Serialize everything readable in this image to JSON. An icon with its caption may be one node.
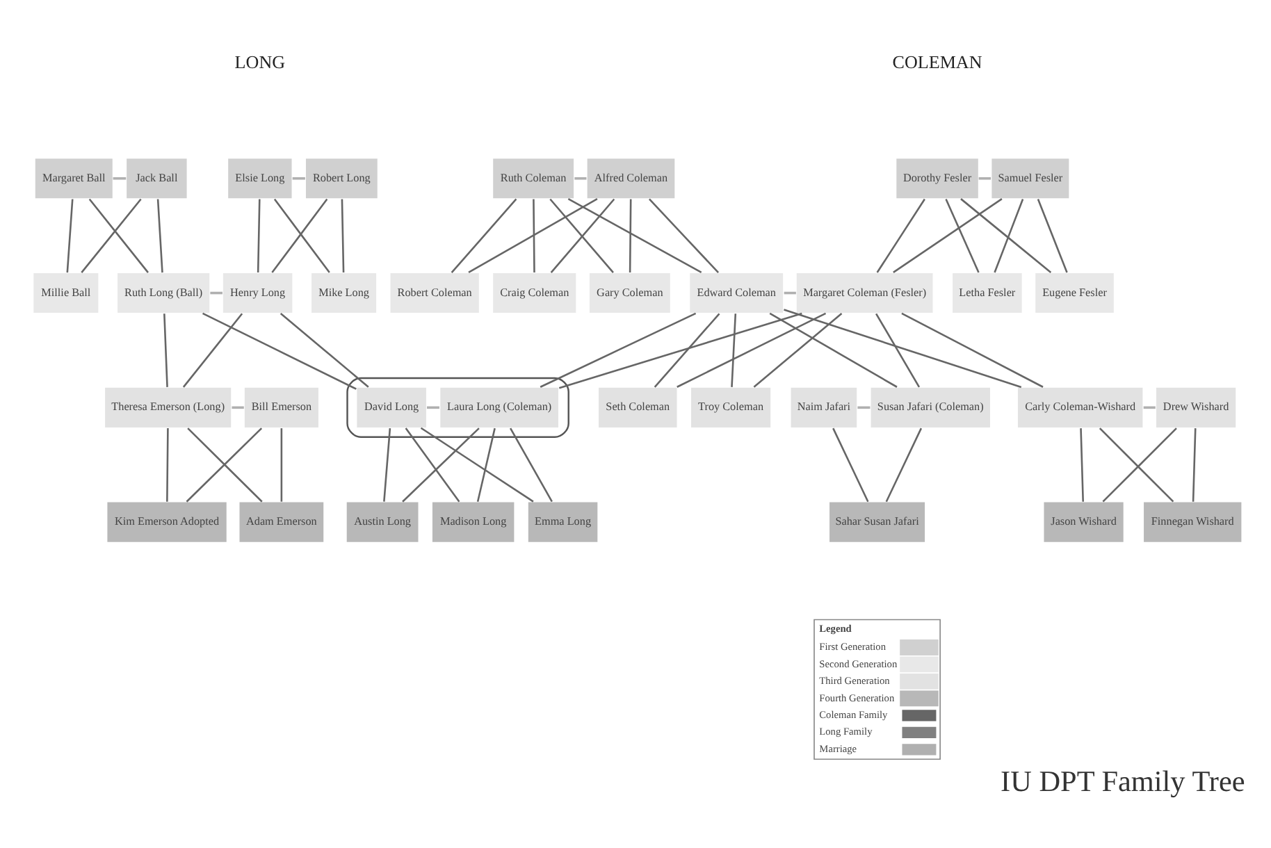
{
  "diagram": {
    "title": "IU DPT Family Tree",
    "nodes": [
      {
        "text": [
          "Dorothy Fesler"
        ]
      },
      {
        "text": [
          "Samuel Fesler"
        ]
      },
      {
        "text": [
          "Ruth Coleman"
        ]
      },
      {
        "text": [
          "Alfred Coleman"
        ]
      },
      {
        "text": [
          "Margaret Ball"
        ]
      },
      {
        "text": [
          "Jack Ball"
        ]
      },
      {
        "text": [
          "Elsie Long"
        ]
      },
      {
        "text": [
          "Robert Long"
        ]
      },
      {
        "text": [
          "Letha Fesler"
        ]
      },
      {
        "text": [
          "Eugene Fesler"
        ]
      },
      {
        "text": [
          "Margaret Coleman (Fesler)"
        ]
      },
      {
        "text": [
          "Edward Coleman"
        ]
      },
      {
        "text": [
          "Gary Coleman"
        ]
      },
      {
        "text": [
          "Robert Coleman"
        ]
      },
      {
        "text": [
          "Craig Coleman"
        ]
      },
      {
        "text": [
          "Millie Ball"
        ]
      },
      {
        "text": [
          "Ruth Long (Ball)"
        ]
      },
      {
        "text": [
          "Henry Long"
        ]
      },
      {
        "text": [
          "Mike Long"
        ]
      },
      {
        "text": [
          "Naim Jafari"
        ]
      },
      {
        "text": [
          "Susan Jafari (Coleman)"
        ]
      },
      {
        "text": [
          "Carly Coleman-Wishard"
        ]
      },
      {
        "text": [
          "Drew Wishard"
        ]
      },
      {
        "text": [
          "Seth Coleman"
        ]
      },
      {
        "text": [
          "Troy Coleman"
        ]
      },
      {
        "text": [],
        "shape": "ellipse"
      },
      {
        "text": [
          "Laura Long (Coleman)"
        ],
        "in": 25
      },
      {
        "text": [
          "David Long"
        ],
        "in": 25
      },
      {
        "text": [
          "Theresa Emerson (Long)"
        ]
      },
      {
        "text": [
          "Bill Emerson"
        ]
      },
      {
        "text": [
          "Sahar Susan Jafari"
        ]
      },
      {
        "text": [
          "Jason Wishard"
        ]
      },
      {
        "text": [
          "Finnegan Wishard"
        ]
      },
      {
        "text": [
          "Austin Long"
        ]
      },
      {
        "text": [
          "Madison Long"
        ]
      },
      {
        "text": [
          "Emma Long"
        ]
      },
      {
        "text": [
          "Adam Emerson"
        ]
      },
      {
        "text": [
          "Kim Emerson Adopted"
        ]
      }
    ],
    "edges": [
      {
        "from": 0,
        "to": 1,
        "arrow": "none",
        "color": "#b0b0b0"
      },
      {
        "from": 2,
        "to": 3,
        "arrow": "none",
        "color": "#b0b0b0"
      },
      {
        "from": 4,
        "to": 5,
        "arrow": "none",
        "color": "#b0b0b0"
      },
      {
        "from": 6,
        "to": 7,
        "arrow": "none",
        "color": "#b0b0b0"
      },
      {
        "from": 0,
        "to": 8,
        "arrow": "none"
      },
      {
        "from": 1,
        "to": 8,
        "arrow": "none"
      },
      {
        "from": 0,
        "to": 9,
        "arrow": "none"
      },
      {
        "from": 1,
        "to": 9,
        "arrow": "none"
      },
      {
        "from": 0,
        "to": 10,
        "arrow": "none"
      },
      {
        "from": 1,
        "to": 10,
        "arrow": "none"
      },
      {
        "from": 2,
        "to": 11,
        "arrow": "none"
      },
      {
        "from": 3,
        "to": 11,
        "arrow": "none"
      },
      {
        "from": 2,
        "to": 12,
        "arrow": "none"
      },
      {
        "from": 3,
        "to": 12,
        "arrow": "none"
      },
      {
        "from": 2,
        "to": 13,
        "arrow": "none"
      },
      {
        "from": 3,
        "to": 13,
        "arrow": "none"
      },
      {
        "from": 2,
        "to": 14,
        "arrow": "none"
      },
      {
        "from": 3,
        "to": 14,
        "arrow": "none"
      },
      {
        "from": 4,
        "to": 15,
        "arrow": "none"
      },
      {
        "from": 5,
        "to": 15,
        "arrow": "none"
      },
      {
        "from": 4,
        "to": 16,
        "arrow": "none"
      },
      {
        "from": 5,
        "to": 16,
        "arrow": "none"
      },
      {
        "from": 6,
        "to": 17,
        "arrow": "none"
      },
      {
        "from": 7,
        "to": 17,
        "arrow": "none"
      },
      {
        "from": 6,
        "to": 18,
        "arrow": "none"
      },
      {
        "from": 7,
        "to": 18,
        "arrow": "none"
      },
      {
        "from": 10,
        "to": 11,
        "arrow": "none",
        "color": "#b0b0b0"
      },
      {
        "from": 16,
        "to": 17,
        "arrow": "none",
        "color": "#b0b0b0"
      },
      {
        "from": 10,
        "to": 20,
        "arrow": "none"
      },
      {
        "from": 11,
        "to": 20,
        "arrow": "none"
      },
      {
        "from": 10,
        "to": 21,
        "arrow": "none"
      },
      {
        "from": 11,
        "to": 21,
        "arrow": "none"
      },
      {
        "from": 10,
        "to": 23,
        "arrow": "none"
      },
      {
        "from": 11,
        "to": 23,
        "arrow": "none"
      },
      {
        "from": 10,
        "to": 24,
        "arrow": "none"
      },
      {
        "from": 11,
        "to": 24,
        "arrow": "none"
      },
      {
        "from": 10,
        "to": 26,
        "arrow": "none"
      },
      {
        "from": 11,
        "to": 26,
        "arrow": "none"
      },
      {
        "from": 16,
        "to": 27,
        "arrow": "none"
      },
      {
        "from": 17,
        "to": 27,
        "arrow": "none"
      },
      {
        "from": 16,
        "to": 28,
        "arrow": "none"
      },
      {
        "from": 17,
        "to": 28,
        "arrow": "none"
      },
      {
        "from": 19,
        "to": 20,
        "arrow": "none",
        "color": "#b0b0b0"
      },
      {
        "from": 21,
        "to": 22,
        "arrow": "none",
        "color": "#b0b0b0"
      },
      {
        "from": 26,
        "to": 27,
        "arrow": "none",
        "color": "#b0b0b0"
      },
      {
        "from": 28,
        "to": 29,
        "arrow": "none",
        "color": "#b0b0b0"
      },
      {
        "from": 19,
        "to": 30,
        "arrow": "none"
      },
      {
        "from": 20,
        "to": 30,
        "arrow": "none"
      },
      {
        "from": 21,
        "to": 31,
        "arrow": "none"
      },
      {
        "from": 22,
        "to": 31,
        "arrow": "none"
      },
      {
        "from": 21,
        "to": 32,
        "arrow": "none"
      },
      {
        "from": 22,
        "to": 32,
        "arrow": "none"
      },
      {
        "from": 26,
        "to": 33,
        "arrow": "none"
      },
      {
        "from": 27,
        "to": 33,
        "arrow": "none"
      },
      {
        "from": 26,
        "to": 34,
        "arrow": "none"
      },
      {
        "from": 27,
        "to": 34,
        "arrow": "none"
      },
      {
        "from": 26,
        "to": 35,
        "arrow": "none"
      },
      {
        "from": 27,
        "to": 35,
        "arrow": "none"
      },
      {
        "from": 28,
        "to": 36,
        "arrow": "none"
      },
      {
        "from": 29,
        "to": 36,
        "arrow": "none"
      },
      {
        "from": 28,
        "to": 37,
        "arrow": "none"
      },
      {
        "from": 29,
        "to": 37,
        "arrow": "none"
      }
    ],
    "labels": [
      "COLEMAN",
      "LONG",
      "Legend"
    ],
    "legend": [
      {
        "text": "First Generation",
        "color": "#d0d0d0"
      },
      {
        "text": "Second Generation",
        "color": "#e8e8e8"
      },
      {
        "text": "Third Generation",
        "color": "#e2e2e2"
      },
      {
        "text": "Fourth Generation",
        "color": "#b8b8b8"
      },
      {
        "text": "Coleman Family"
      },
      {
        "text": "Long Family"
      },
      {
        "text": "Marriage"
      }
    ]
  }
}
